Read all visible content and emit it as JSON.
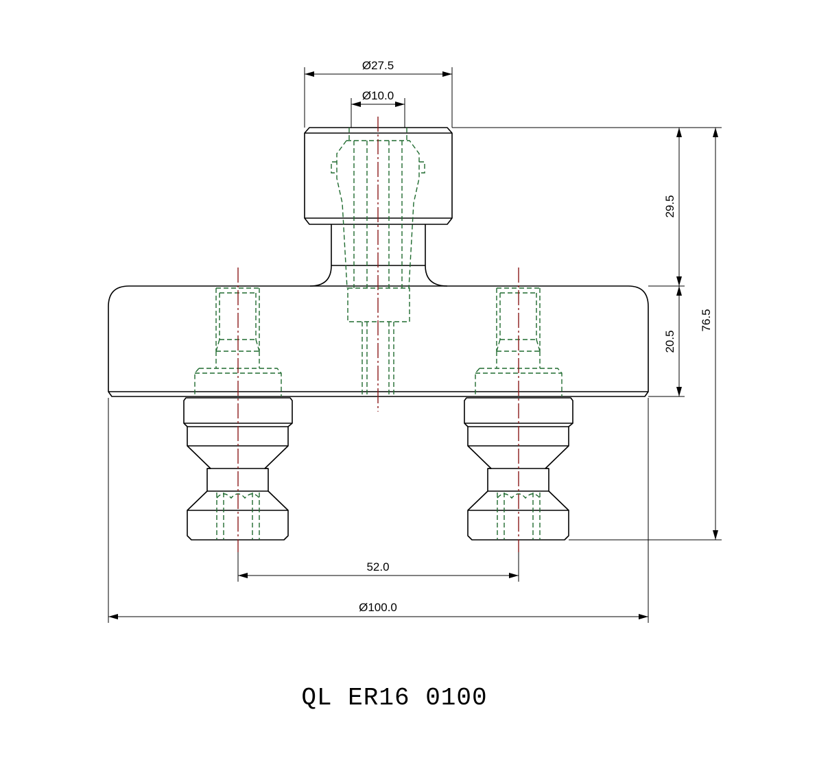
{
  "drawing": {
    "part_number": "QL ER16 0100",
    "colors": {
      "outline": "#000000",
      "hidden": "#1e6a2e",
      "center": "#8b1a1a"
    },
    "dimensions": {
      "collet_outer_diameter": "Ø27.5",
      "collet_inner_diameter": "Ø10.0",
      "collet_height": "29.5",
      "base_height": "20.5",
      "total_height": "76.5",
      "stud_spacing": "52.0",
      "base_diameter": "Ø100.0"
    }
  }
}
